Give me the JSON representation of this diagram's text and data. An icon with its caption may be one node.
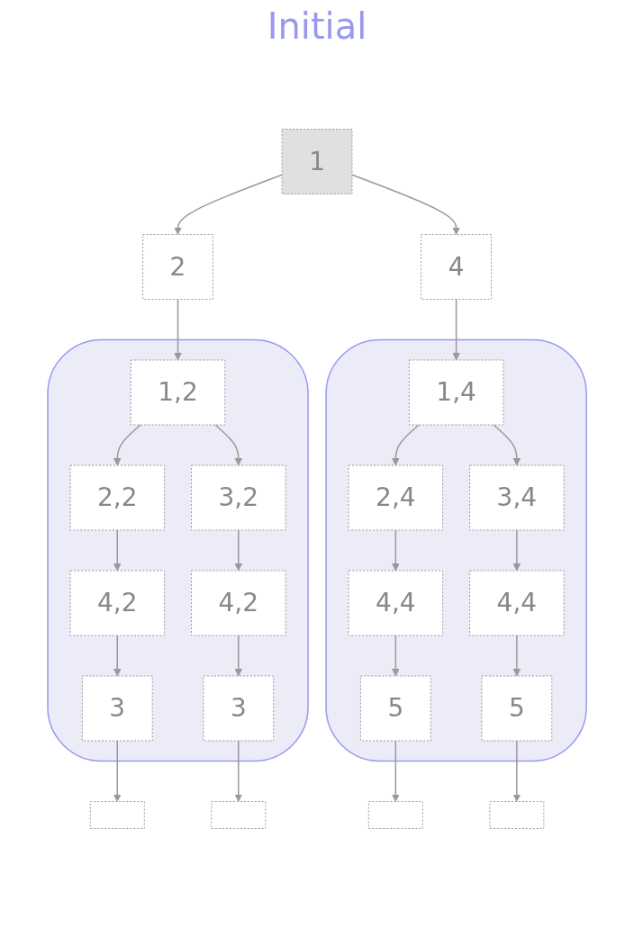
{
  "diagram": {
    "title": "Initial",
    "nodes": [
      {
        "text": [
          "1"
        ]
      },
      {
        "text": [
          "2"
        ]
      },
      {
        "text": [
          "4"
        ]
      },
      {
        "text": [],
        "shape": "ellipse"
      },
      {
        "text": [
          "1,2"
        ],
        "in": 3
      },
      {
        "text": [
          "2,2"
        ],
        "in": 3
      },
      {
        "text": [
          "3,2"
        ],
        "in": 3
      },
      {
        "text": [
          "4,2"
        ],
        "in": 3
      },
      {
        "text": [
          "4,2"
        ],
        "in": 3
      },
      {
        "text": [
          "3"
        ],
        "in": 3
      },
      {
        "text": [
          "3"
        ],
        "in": 3
      },
      {
        "text": [],
        "shape": "ellipse"
      },
      {
        "text": [
          "1,4"
        ],
        "in": 11
      },
      {
        "text": [
          "2,4"
        ],
        "in": 11
      },
      {
        "text": [
          "3,4"
        ],
        "in": 11
      },
      {
        "text": [
          "4,4"
        ],
        "in": 11
      },
      {
        "text": [
          "4,4"
        ],
        "in": 11
      },
      {
        "text": [
          "5"
        ],
        "in": 11
      },
      {
        "text": [
          "5"
        ],
        "in": 11
      },
      {
        "text": [],
        "shape": "box"
      },
      {
        "text": [],
        "shape": "box"
      },
      {
        "text": [],
        "shape": "box"
      },
      {
        "text": [],
        "shape": "box"
      }
    ],
    "edges": [
      {
        "from": 0,
        "to": 1,
        "arrow": "to"
      },
      {
        "from": 0,
        "to": 2,
        "arrow": "to"
      },
      {
        "from": 1,
        "to": 4,
        "arrow": "to"
      },
      {
        "from": 2,
        "to": 12,
        "arrow": "to"
      },
      {
        "from": 4,
        "to": 5,
        "arrow": "to"
      },
      {
        "from": 4,
        "to": 6,
        "arrow": "to"
      },
      {
        "from": 5,
        "to": 7,
        "arrow": "to"
      },
      {
        "from": 6,
        "to": 8,
        "arrow": "to"
      },
      {
        "from": 7,
        "to": 9,
        "arrow": "to"
      },
      {
        "from": 8,
        "to": 10,
        "arrow": "to"
      },
      {
        "from": 12,
        "to": 13,
        "arrow": "to"
      },
      {
        "from": 12,
        "to": 14,
        "arrow": "to"
      },
      {
        "from": 13,
        "to": 15,
        "arrow": "to"
      },
      {
        "from": 14,
        "to": 16,
        "arrow": "to"
      },
      {
        "from": 15,
        "to": 17,
        "arrow": "to"
      },
      {
        "from": 16,
        "to": 18,
        "arrow": "to"
      },
      {
        "from": 9,
        "to": 19,
        "arrow": "to"
      },
      {
        "from": 10,
        "to": 20,
        "arrow": "to"
      },
      {
        "from": 17,
        "to": 21,
        "arrow": "to"
      },
      {
        "from": 18,
        "to": 22,
        "arrow": "to"
      }
    ]
  }
}
